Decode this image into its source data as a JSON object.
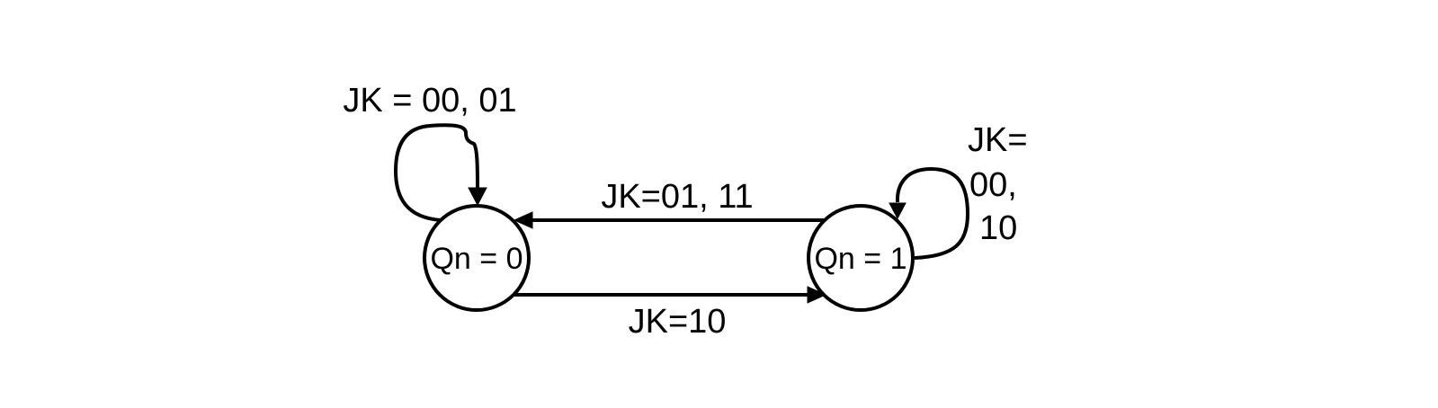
{
  "diagram": {
    "colors": {
      "stroke": "#000000",
      "background": "#ffffff"
    },
    "states": [
      {
        "id": "s0",
        "label": "Qn = 0"
      },
      {
        "id": "s1",
        "label": "Qn = 1"
      }
    ],
    "transitions": [
      {
        "from": "s0",
        "to": "s0",
        "label": "JK = 00, 01"
      },
      {
        "from": "s1",
        "to": "s0",
        "label": "JK=01, 11"
      },
      {
        "from": "s0",
        "to": "s1",
        "label": "JK=10"
      },
      {
        "from": "s1",
        "to": "s1",
        "label_lines": [
          "JK=",
          "00,",
          "10"
        ]
      }
    ]
  }
}
